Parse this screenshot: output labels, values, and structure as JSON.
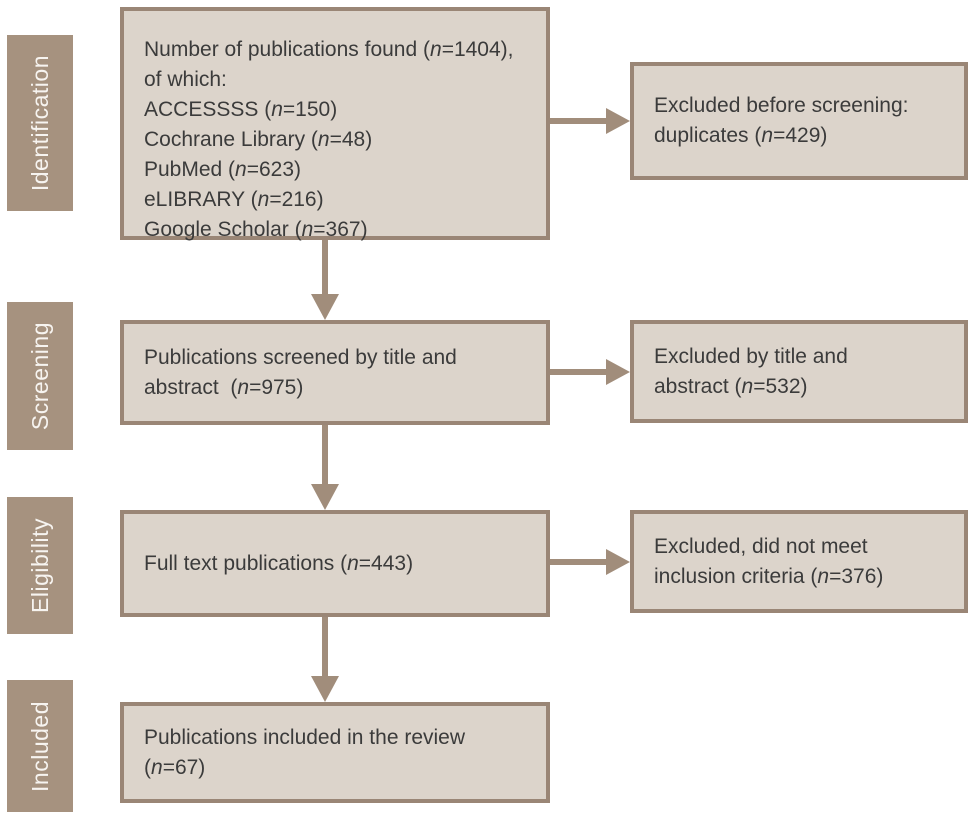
{
  "colors": {
    "border": "#9a8676",
    "box_fill": "#dcd4cb",
    "sidebar_fill": "#a6927f",
    "arrow": "#a18d7b",
    "text": "#3b3b3b",
    "sidebar_text": "#f7f4f0",
    "background": "#ffffff"
  },
  "stages": [
    "Identification",
    "Screening",
    "Eligibility",
    "Included"
  ],
  "main_boxes": [
    {
      "lines": [
        "Number of publications found (n=1404),",
        "of which:",
        "ACCESSSS (n=150)",
        "Cochrane Library (n=48)",
        "PubMed (n=623)",
        "eLIBRARY (n=216)",
        "Google Scholar (n=367)"
      ]
    },
    {
      "lines": [
        "Publications screened by title and",
        "abstract  (n=975)"
      ]
    },
    {
      "lines": [
        "Full text publications (n=443)"
      ]
    },
    {
      "lines": [
        "Publications included in the review",
        "(n=67)"
      ]
    }
  ],
  "side_boxes": [
    {
      "lines": [
        "Excluded before screening:",
        "duplicates (n=429)"
      ]
    },
    {
      "lines": [
        "Excluded by title and",
        "abstract (n=532)"
      ]
    },
    {
      "lines": [
        "Excluded, did not meet",
        "inclusion criteria (n=376)"
      ]
    }
  ]
}
